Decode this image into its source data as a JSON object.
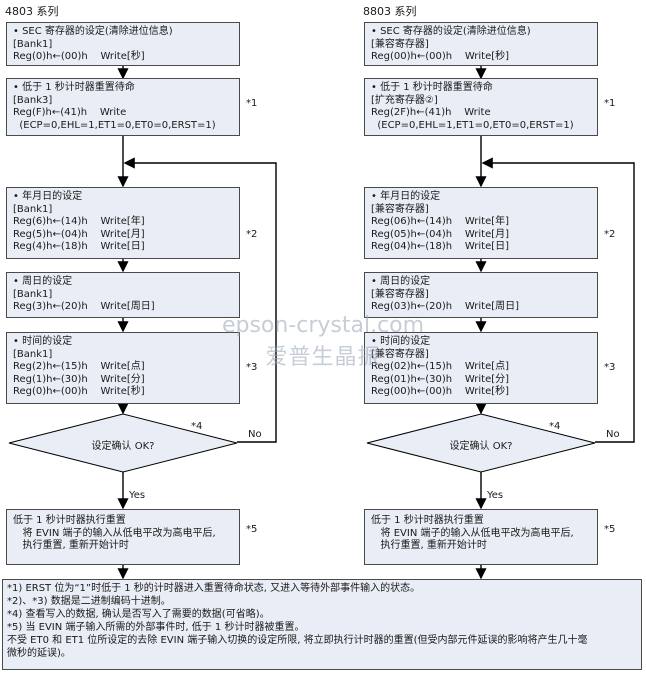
{
  "left": {
    "title": "4803 系列",
    "boxes": [
      {
        "lines": [
          "• SEC 寄存器的设定(清除进位信息)",
          "[Bank1]",
          "Reg(0)h←(00)h    Write[秒]"
        ]
      },
      {
        "lines": [
          "• 低于 1 秒计时器重置待命",
          "[Bank3]",
          "Reg(F)h←(41)h    Write",
          "  (ECP=0,EHL=1,ET1=0,ET0=0,ERST=1)"
        ]
      },
      {
        "lines": [
          "• 年月日的设定",
          "[Bank1]",
          "Reg(6)h←(14)h    Write[年]",
          "Reg(5)h←(04)h    Write[月]",
          "Reg(4)h←(18)h    Write[日]"
        ]
      },
      {
        "lines": [
          "• 周日的设定",
          "[Bank1]",
          "Reg(3)h←(20)h    Write[周日]"
        ]
      },
      {
        "lines": [
          "• 时间的设定",
          "[Bank1]",
          "Reg(2)h←(15)h    Write[点]",
          "Reg(1)h←(30)h    Write[分]",
          "Reg(0)h←(00)h    Write[秒]"
        ]
      },
      {
        "lines": [
          "低于 1 秒计时器执行重置",
          "   将 EVIN 端子的输入从低电平改为高电平后,",
          "   执行重置, 重新开始计时"
        ]
      }
    ],
    "decision": "设定确认 OK?",
    "yes": "Yes",
    "no": "No",
    "notes": [
      "*1",
      "*2",
      "*3",
      "*4",
      "*5"
    ]
  },
  "right": {
    "title": "8803 系列",
    "boxes": [
      {
        "lines": [
          "• SEC 寄存器的设定(清除进位信息)",
          "[兼容寄存器]",
          "Reg(00)h←(00)h    Write[秒]"
        ]
      },
      {
        "lines": [
          "• 低于 1 秒计时器重置待命",
          "[扩充寄存器②]",
          "Reg(2F)h←(41)h    Write",
          "  (ECP=0,EHL=1,ET1=0,ET0=0,ERST=1)"
        ]
      },
      {
        "lines": [
          "• 年月日的设定",
          "[兼容寄存器]",
          "Reg(06)h←(14)h    Write[年]",
          "Reg(05)h←(04)h    Write[月]",
          "Reg(04)h←(18)h    Write[日]"
        ]
      },
      {
        "lines": [
          "• 周日的设定",
          "[兼容寄存器]",
          "Reg(03)h←(20)h    Write[周日]"
        ]
      },
      {
        "lines": [
          "• 时间的设定",
          "[兼容寄存器]",
          "Reg(02)h←(15)h    Write[点]",
          "Reg(01)h←(30)h    Write[分]",
          "Reg(00)h←(00)h    Write[秒]"
        ]
      },
      {
        "lines": [
          "低于 1 秒计时器执行重置",
          "   将 EVIN 端子的输入从低电平改为高电平后,",
          "   执行重置, 重新开始计时"
        ]
      }
    ],
    "decision": "设定确认 OK?",
    "yes": "Yes",
    "no": "No",
    "notes": [
      "*1",
      "*2",
      "*3",
      "*4",
      "*5"
    ]
  },
  "footnotes": [
    "*1)   ERST 位为“1”时低于 1 秒的计时器进入重置待命状态, 又进入等待外部事件输入的状态。",
    "*2)、*3)   数据是二进制编码十进制。",
    "*4)   查看写入的数据, 确认是否写入了需要的数据(可省略)。",
    "*5)   当 EVIN 端子输入所需的外部事件时, 低于 1 秒计时器被重置。",
    "不受 ET0 和 ET1 位所设定的去除 EVIN 端子输入切换的设定所限, 将立即执行计时器的重置(但受内部元件延误的影响将产生几十毫",
    "微秒的延误)。"
  ],
  "watermark": [
    "epson-crystal.com",
    "爱普生晶振"
  ],
  "colors": {
    "box_fill": "#e9eef6",
    "line": "#000000",
    "watermark": "#9aa6b8"
  }
}
